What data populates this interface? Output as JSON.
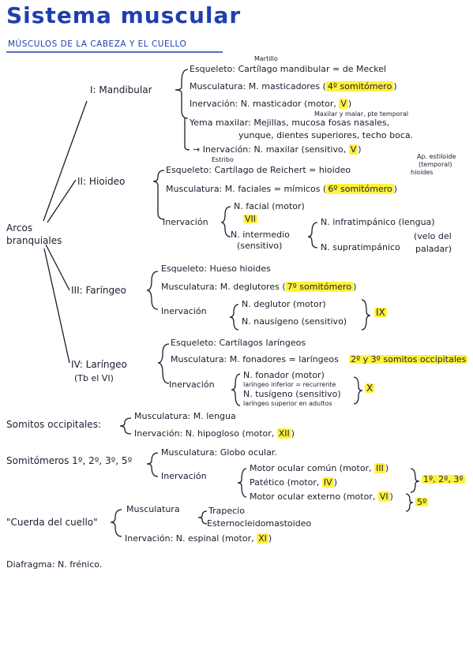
{
  "header": {
    "title": "Sistema muscular",
    "subtitle": "MÚSCULOS DE LA CABEZA Y EL CUELLO"
  },
  "colors": {
    "title": "#1f3fb0",
    "ink": "#1c1c30",
    "highlight": "#fff23d"
  },
  "arcos": {
    "label_line1": "Arcos",
    "label_line2": "branquiales",
    "I": {
      "label": "I: Mandibular",
      "annot_martillo": "Martillo",
      "esqueleto": "Esqueleto: Cartílago mandibular = de Meckel",
      "musculatura": "Musculatura: M. masticadores (",
      "musculatura_hl": "4º somitómero",
      "musculatura_close": ")",
      "inervacion": "Inervación: N. masticador (motor,",
      "inervacion_hl": "V",
      "inervacion_close": ")",
      "annot_maxilar": "Maxilar y malar, pte temporal",
      "yema1": "Yema maxilar: Mejillas, mucosa fosas nasales,",
      "yema2": "yunque, dientes superiores, techo boca.",
      "yema_inerv": "→ Inervación: N. maxilar (sensitivo,",
      "yema_inerv_hl": "V",
      "yema_inerv_close": ")"
    },
    "II": {
      "label": "II: Hioideo",
      "annot_estribo": "Estribo",
      "esqueleto": "Esqueleto: Cartílago de Reichert = hioideo",
      "annot_right1": "Ap. estiloide",
      "annot_right2": "(temporal)",
      "annot_right3": "hioides",
      "musculatura": "Musculatura: M. faciales = mímicos (",
      "musculatura_hl": "6º somitómero",
      "musculatura_close": ")",
      "inervacion": "Inervación",
      "facial": "N. facial (motor)",
      "facial_hl": "VII",
      "intermedio1": "N. intermedio",
      "intermedio2": "(sensitivo)",
      "infratimp": "N. infratimpánico (lengua)",
      "supratimp": "N. supratimpánico",
      "velo1": "(velo del",
      "velo2": "paladar)"
    },
    "III": {
      "label": "III: Faríngeo",
      "esqueleto": "Esqueleto: Hueso hioides",
      "musculatura": "Musculatura: M. deglutores (",
      "musculatura_hl": "7º somitómero",
      "musculatura_close": ")",
      "inervacion": "Inervación",
      "deglutor": "N. deglutor (motor)",
      "nausigeno": "N. nausígeno (sensitivo)",
      "nerve_hl": "IX"
    },
    "IV": {
      "label": "IV: Laríngeo",
      "sublabel": "(Tb el VI)",
      "esqueleto": "Esqueleto: Cartílagos laríngeos",
      "musculatura": "Musculatura: M. fonadores = laríngeos",
      "musculatura_hl": "2º y 3º somitos occipitales",
      "inervacion": "Inervación",
      "fonador": "N. fonador (motor)",
      "fonador_note": "laríngeo inferior = recurrente",
      "tusigeno": "N. tusígeno (sensitivo)",
      "tusigeno_note": "laríngeo superior en adultos",
      "nerve_hl": "X"
    }
  },
  "somitos_occipitales": {
    "label": "Somitos occipitales:",
    "musculatura": "Musculatura: M. lengua",
    "inervacion": "Inervación: N. hipogloso (motor,",
    "nerve_hl": "XII",
    "close": ")"
  },
  "somitomeros": {
    "label": "Somitómeros 1º, 2º, 3º, 5º",
    "musculatura": "Musculatura: Globo ocular.",
    "inervacion": "Inervación",
    "motor_ocular": "Motor ocular común (motor,",
    "motor_ocular_hl": "III",
    "pateticO": "Patético (motor,",
    "patetico_hl": "IV",
    "externo": "Motor ocular externo (motor,",
    "externo_hl": "VI",
    "group_hl": "1º, 2º, 3º",
    "fifth_hl": "5º"
  },
  "cuerda_cuello": {
    "label": "\"Cuerda del cuello\"",
    "musculatura": "Musculatura",
    "trapecio": "Trapecio",
    "esterno": "Esternocleidomastoideo",
    "inervacion": "Inervación: N. espinal (motor,",
    "nerve_hl": "XI",
    "close": ")"
  },
  "diafragma": {
    "label": "Diafragma: N. frénico."
  }
}
